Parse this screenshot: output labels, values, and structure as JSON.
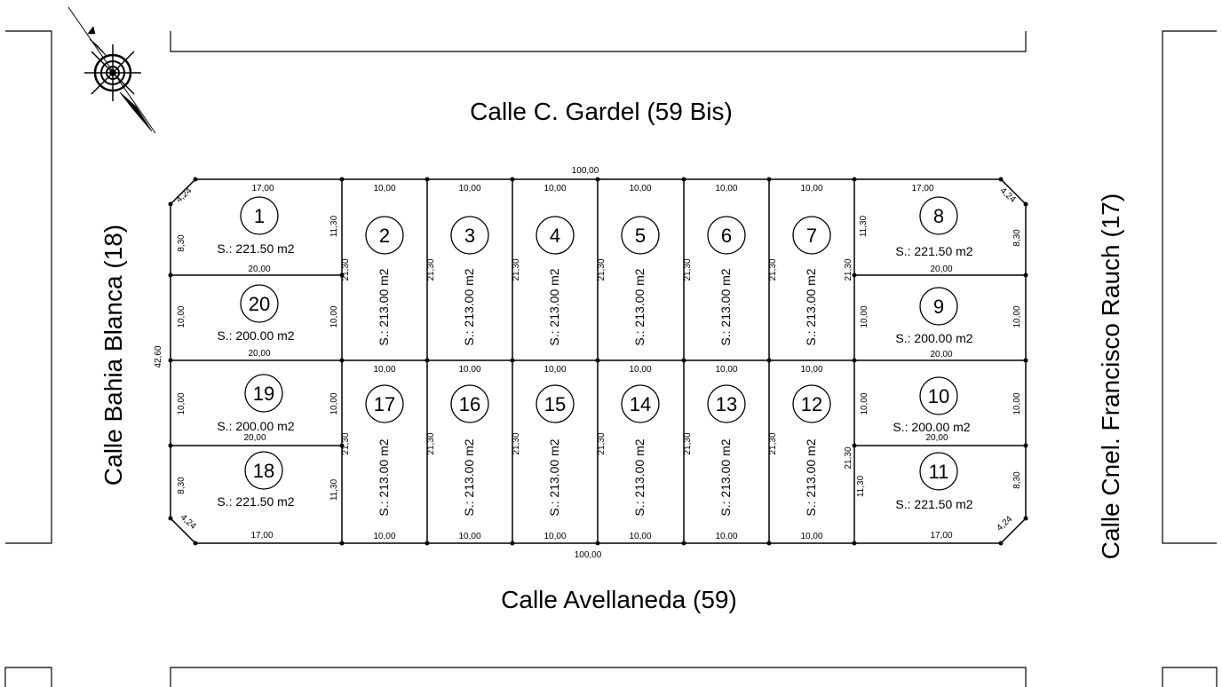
{
  "streets": {
    "north": "Calle C. Gardel (59 Bis)",
    "south": "Calle Avellaneda (59)",
    "west": "Calle Bahia Blanca (18)",
    "east": "Calle Cnel. Francisco Rauch (17)"
  },
  "block": {
    "length_label": "100,00",
    "depth_label": "42,60"
  },
  "lots": [
    {
      "number": "1",
      "area": "S.: 221.50 m2"
    },
    {
      "number": "2",
      "area": "S.: 213.00 m2"
    },
    {
      "number": "3",
      "area": "S.: 213.00 m2"
    },
    {
      "number": "4",
      "area": "S.: 213.00 m2"
    },
    {
      "number": "5",
      "area": "S.: 213.00 m2"
    },
    {
      "number": "6",
      "area": "S.: 213.00 m2"
    },
    {
      "number": "7",
      "area": "S.: 213.00 m2"
    },
    {
      "number": "8",
      "area": "S.: 221.50 m2"
    },
    {
      "number": "9",
      "area": "S.: 200.00 m2"
    },
    {
      "number": "10",
      "area": "S.: 200.00 m2"
    },
    {
      "number": "11",
      "area": "S.: 221.50 m2"
    },
    {
      "number": "12",
      "area": "S.: 213.00 m2"
    },
    {
      "number": "13",
      "area": "S.: 213.00 m2"
    },
    {
      "number": "14",
      "area": "S.: 213.00 m2"
    },
    {
      "number": "15",
      "area": "S.: 213.00 m2"
    },
    {
      "number": "16",
      "area": "S.: 213.00 m2"
    },
    {
      "number": "17",
      "area": "S.: 213.00 m2"
    },
    {
      "number": "18",
      "area": "S.: 221.50 m2"
    },
    {
      "number": "19",
      "area": "S.: 200.00 m2"
    },
    {
      "number": "20",
      "area": "S.: 200.00 m2"
    }
  ],
  "dims": {
    "corner_front": "17,00",
    "corner_chamfer": "4,24",
    "corner_side": "8,30",
    "corner_inner_side": "11,30",
    "lot_width": "10,00",
    "lot_depth": "21,30",
    "mid_lot_front": "20,00",
    "mid_lot_side": "10,00"
  },
  "icon": "compass-rose-icon"
}
